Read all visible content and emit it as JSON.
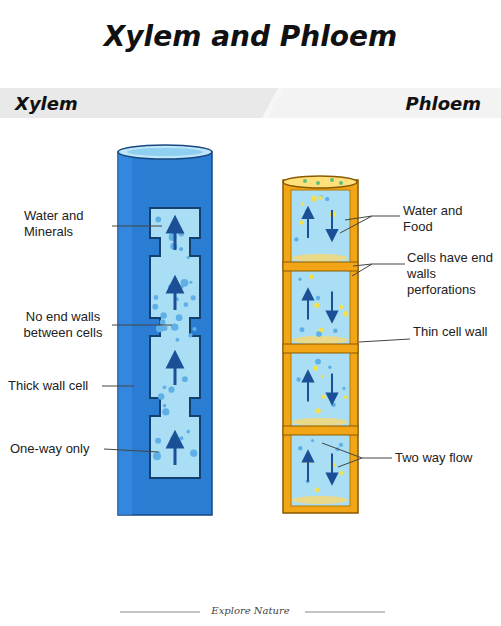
{
  "diagram": {
    "title": "Xylem and Phloem",
    "caption": "Explore Nature",
    "nodes": [
      {
        "text": [
          "Xylem"
        ]
      },
      {
        "text": [
          "Phloem"
        ]
      }
    ],
    "labels": [
      "Water and Minerals",
      "No end walls between cells",
      "Thick wall cell",
      "One-way only",
      "Water and Food",
      "Cells have end walls perforations",
      "Thin cell wall",
      "Two way flow"
    ]
  }
}
